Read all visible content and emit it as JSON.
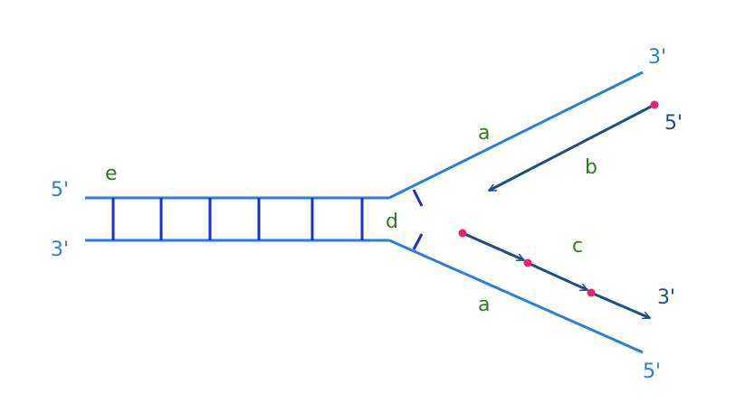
{
  "colors": {
    "strand": "#2b7de0",
    "rung": "#1a2fd0",
    "new_strand": "#1c4f86",
    "primer": "#e8246e",
    "part_label": "#2e7d1e",
    "end_label": "#2b7de0",
    "end_label_dark": "#1c4f86"
  },
  "labels": {
    "left_top_end": "5'",
    "left_bottom_end": "3'",
    "upper_arm_end": "3'",
    "lower_arm_end": "5'",
    "leading_end": "5'",
    "lagging_end": "3'",
    "parental_strand_upper": "a",
    "parental_strand_lower": "a",
    "leading_strand": "b",
    "okazaki_fragments": "c",
    "fork": "d",
    "double_helix": "e"
  }
}
